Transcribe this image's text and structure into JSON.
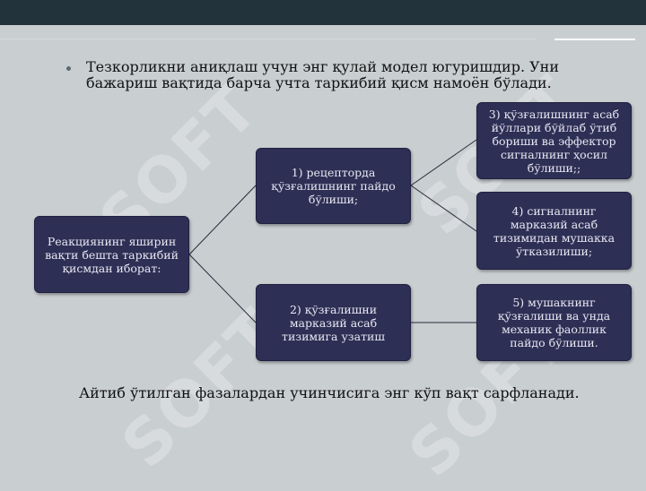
{
  "slide": {
    "bullet_text": "Тезкорликни аниқлаш учун энг қулай модел югуришдир. Уни бажариш вақтида барча учта таркибий қисм намоён бўлади.",
    "footer_text": "Айтиб ўтилган фазалардан учинчисига энг кўп вақт сарфланади.",
    "watermark_text": "SOFT"
  },
  "diagram": {
    "root": "Реакциянинг яширин вақти бешта таркибий қисмдан иборат:",
    "step1": "1) рецепторда қўзғалишнинг пайдо бўлиши;",
    "step2": "2) қўзғалишни марказий асаб тизимига узатиш",
    "step3": "3) қўзғалишнинг асаб йўллари бўйлаб ўтиб бориши ва эффектор сигналнинг ҳосил бўлиши;;",
    "step4": "4) сигналнинг марказий асаб тизимидан мушакка ўтказилиши;",
    "step5": "5) мушакнинг қўзғалиши ва унда механик фаоллик пайдо бўлиши."
  },
  "colors": {
    "background": "#c9ced1",
    "top_bar": "#22333c",
    "box_fill": "#2e2f55",
    "box_text": "#e7e8f2",
    "connector": "#2a2a3a"
  }
}
